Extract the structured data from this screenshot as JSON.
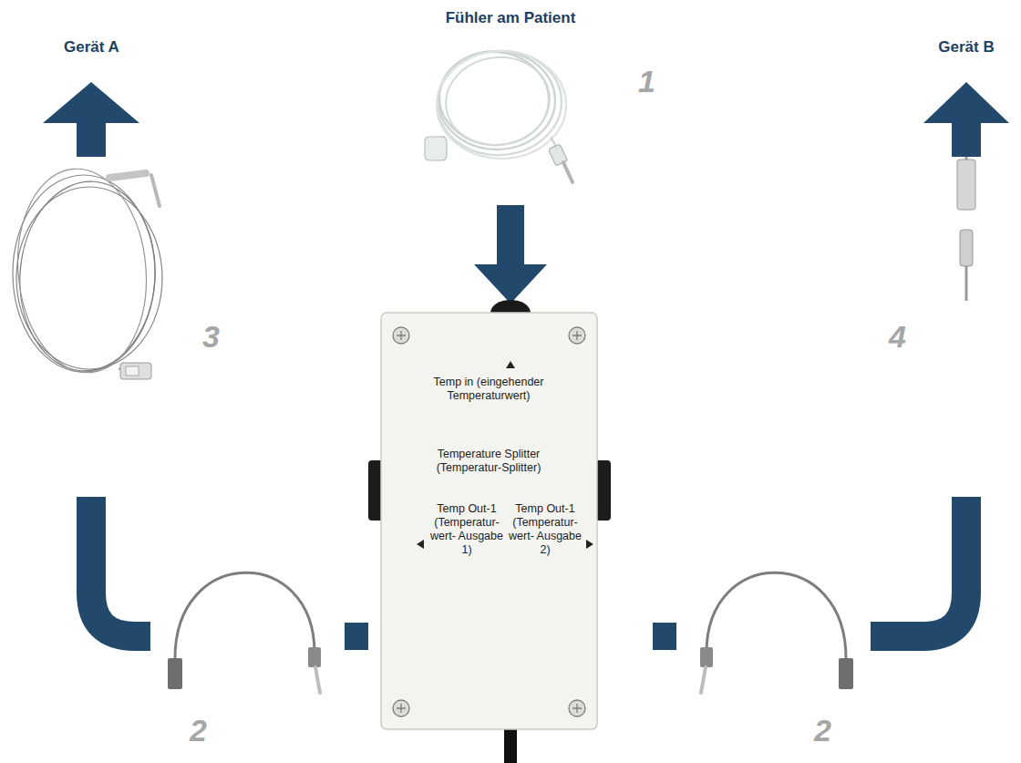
{
  "diagram": {
    "nodes": [
      {
        "text": [
          "Temp in (eingehender Temperaturwert)",
          "Temperature Splitter (Temperatur-Splitter)",
          "Temp Out-1 (Temperatur- wert- Ausgabe 1)",
          "Temp Out-1 (Temperatur- wert- Ausgabe 2)"
        ]
      }
    ],
    "labels": [
      "Fühler am Patient",
      "1",
      "Gerät A",
      "3",
      "Gerät B",
      "4",
      "2",
      "2"
    ]
  }
}
